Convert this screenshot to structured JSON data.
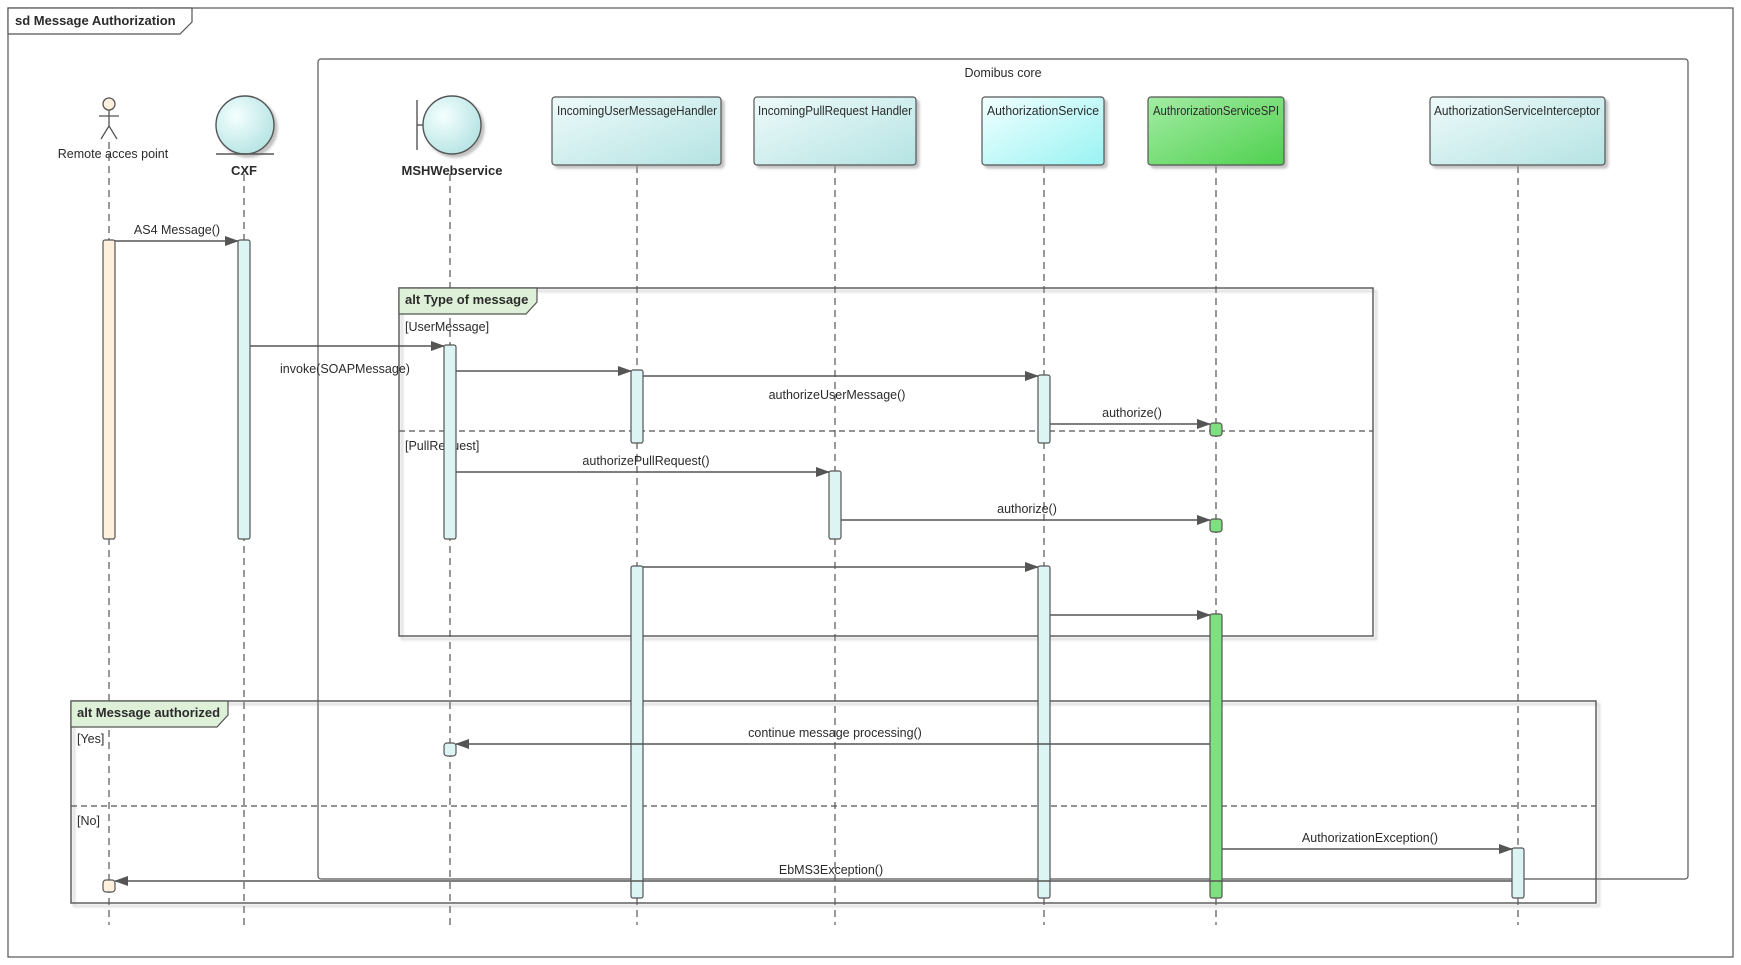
{
  "diagram_title": "sd Message Authorization",
  "container_label": "Domibus core",
  "actor": {
    "label": "Remote acces point"
  },
  "boundary_cxf": {
    "label": "CXF"
  },
  "boundary_msh": {
    "label": "MSHWebservice"
  },
  "classes": [
    {
      "label": "IncomingUserMessageHandler",
      "fill": "#c9ecec"
    },
    {
      "label": "IncomingPullRequest Handler",
      "fill": "#c9ecec"
    },
    {
      "label": "AuthorizationService",
      "fill": "#c6f7f7"
    },
    {
      "label": "AuthrorizationServiceSPI",
      "fill": "#7fe07f"
    },
    {
      "label": "AuthorizationServiceInterceptor",
      "fill": "#c9ecec"
    }
  ],
  "frames": {
    "type_of_message": {
      "title": "alt Type of message",
      "guard_1": "[UserMessage]",
      "guard_2": "[PullRequest]"
    },
    "message_authorized": {
      "title": "alt Message authorized",
      "guard_1": "[Yes]",
      "guard_2": "[No]"
    }
  },
  "messages": {
    "as4": "AS4 Message()",
    "invoke": "invoke(SOAPMessage)",
    "authorize_user_message": "authorizeUserMessage()",
    "authorize_1": "authorize()",
    "authorize_pull_request": "authorizePullRequest()",
    "authorize_2": "authorize()",
    "continue": "continue message processing()",
    "authorization_exception": "AuthorizationException()",
    "ebms3_exception": "EbMS3Exception()"
  },
  "colors": {
    "activation_actor": "#fdf0dc",
    "activation_default": "#dcf4f4",
    "activation_spi": "#7fe07f",
    "frame_tab": "#dff0d8"
  }
}
